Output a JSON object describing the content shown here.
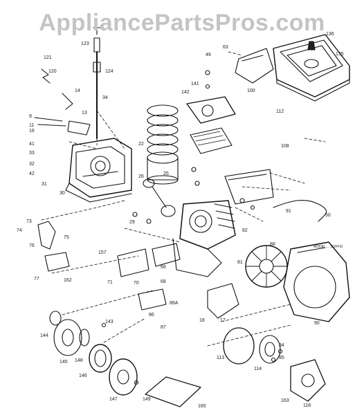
{
  "watermark": "AppliancePartsPros.com",
  "labels": {
    "p136": "136",
    "p135": "135",
    "p123": "123",
    "p124": "124",
    "p63": "63",
    "p100": "100",
    "p121": "121",
    "p120": "120",
    "p14": "14",
    "p13": "13",
    "p34": "34",
    "p141": "141",
    "p142": "142",
    "p112": "112",
    "p108": "108",
    "p9": "9",
    "p11": "11",
    "p16": "16",
    "p41": "41",
    "p33": "33",
    "p32": "32",
    "p42": "42",
    "p31": "31",
    "p30": "30",
    "p22": "22",
    "p25": "25",
    "p26": "26",
    "p29": "29",
    "p49": "49",
    "p50": "50",
    "p73": "73",
    "p74": "74",
    "p76": "76",
    "p75": "75",
    "p77": "77",
    "p162": "162",
    "p157": "157",
    "p71": "71",
    "p70": "70",
    "p68": "68",
    "p66": "66",
    "p86a": "86A",
    "p81": "81",
    "p82": "82",
    "p88": "88",
    "p90": "90",
    "p91": "91",
    "p18": "18",
    "p17": "17",
    "p86": "86",
    "p87": "87",
    "p144": "144",
    "p145": "145",
    "p143": "143",
    "p148": "148",
    "p146": "146",
    "p147": "147",
    "p149": "149",
    "p165": "165",
    "p113": "113",
    "p114": "114",
    "p84": "84",
    "p85": "85",
    "p163": "163",
    "p118": "118"
  },
  "shroud_note": "MODEL ... SUFFIX"
}
